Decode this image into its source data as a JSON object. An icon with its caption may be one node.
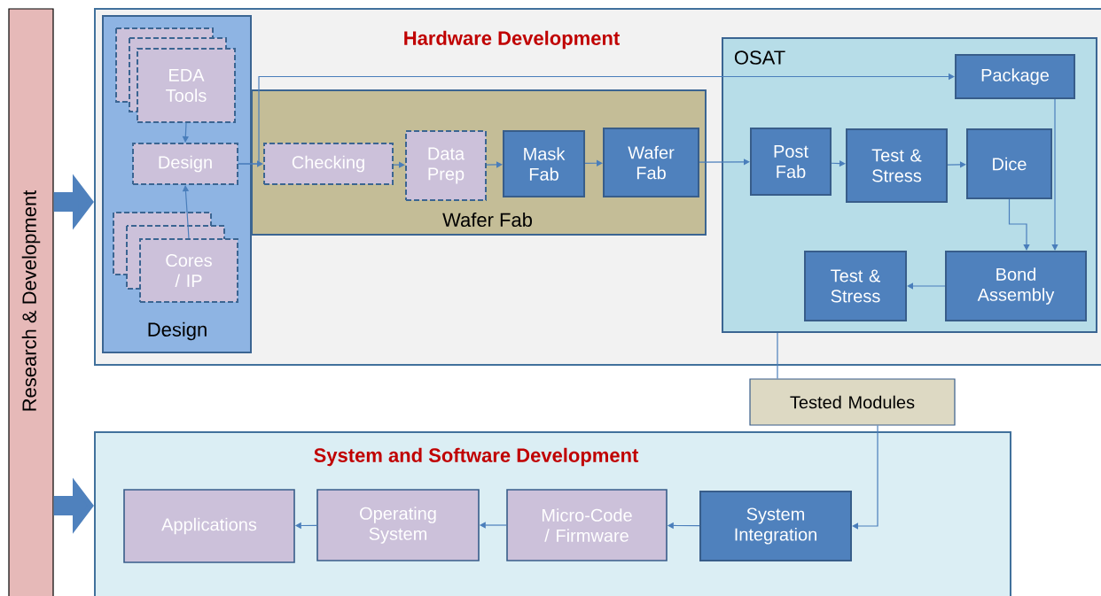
{
  "diagram": {
    "nodes": [
      {
        "text": [
          "Research & Development"
        ]
      },
      {
        "text": [
          "Hardware Development"
        ]
      },
      {
        "text": [
          "Design"
        ],
        "in": 1
      },
      {
        "text": [
          "EDA Tools"
        ],
        "in": 2
      },
      {
        "text": [
          "Design"
        ],
        "in": 2
      },
      {
        "text": [
          "Cores / IP"
        ],
        "in": 2
      },
      {
        "text": [
          "Wafer Fab"
        ],
        "in": 1
      },
      {
        "text": [
          "Checking"
        ],
        "in": 6
      },
      {
        "text": [
          "Data Prep"
        ],
        "in": 6
      },
      {
        "text": [
          "Mask Fab"
        ],
        "in": 6
      },
      {
        "text": [
          "Wafer Fab"
        ],
        "in": 6
      },
      {
        "text": [
          "OSAT"
        ],
        "in": 1
      },
      {
        "text": [
          "Package"
        ],
        "in": 11
      },
      {
        "text": [
          "Post Fab"
        ],
        "in": 11
      },
      {
        "text": [
          "Test & Stress"
        ],
        "in": 11
      },
      {
        "text": [
          "Dice"
        ],
        "in": 11
      },
      {
        "text": [
          "Test & Stress"
        ],
        "in": 11
      },
      {
        "text": [
          "Bond Assembly"
        ],
        "in": 11
      },
      {
        "text": [
          "Tested Modules"
        ]
      },
      {
        "text": [
          "System and Software Development"
        ]
      },
      {
        "text": [
          "Applications"
        ],
        "in": 19
      },
      {
        "text": [
          "Operating System"
        ],
        "in": 19
      },
      {
        "text": [
          "Micro-Code / Firmware"
        ],
        "in": 19
      },
      {
        "text": [
          "System Integration"
        ],
        "in": 19
      }
    ],
    "edges": [
      {
        "from": 0,
        "to": 1,
        "arrow": "to",
        "style": "thick"
      },
      {
        "from": 0,
        "to": 19,
        "arrow": "to",
        "style": "thick"
      },
      {
        "from": 3,
        "to": 4,
        "arrow": "to"
      },
      {
        "from": 5,
        "to": 4,
        "arrow": "to"
      },
      {
        "from": 4,
        "to": 7,
        "arrow": "to"
      },
      {
        "from": 4,
        "to": 12,
        "arrow": "to"
      },
      {
        "from": 7,
        "to": 8,
        "arrow": "to"
      },
      {
        "from": 8,
        "to": 9,
        "arrow": "to"
      },
      {
        "from": 9,
        "to": 10,
        "arrow": "to"
      },
      {
        "from": 10,
        "to": 13,
        "arrow": "to"
      },
      {
        "from": 13,
        "to": 14,
        "arrow": "to"
      },
      {
        "from": 14,
        "to": 15,
        "arrow": "to"
      },
      {
        "from": 15,
        "to": 17,
        "arrow": "to"
      },
      {
        "from": 12,
        "to": 17,
        "arrow": "to"
      },
      {
        "from": 17,
        "to": 16,
        "arrow": "to"
      },
      {
        "from": 11,
        "to": 18,
        "arrow": "none"
      },
      {
        "from": 18,
        "to": 23,
        "arrow": "to"
      },
      {
        "from": 23,
        "to": 22,
        "arrow": "to"
      },
      {
        "from": 22,
        "to": 21,
        "arrow": "to"
      },
      {
        "from": 21,
        "to": 20,
        "arrow": "to"
      }
    ]
  }
}
